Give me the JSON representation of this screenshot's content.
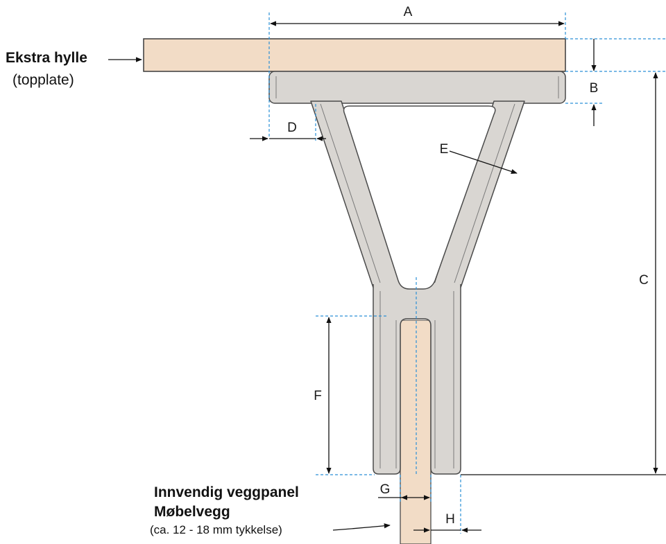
{
  "callouts": {
    "shelf_line1": "Ekstra hylle",
    "shelf_line2": "(topplate)",
    "panel_line1": "Innvendig veggpanel",
    "panel_line2": "Møbelvegg",
    "panel_line3": "(ca. 12 - 18 mm tykkelse)"
  },
  "dimensions": {
    "a": "A",
    "b": "B",
    "c": "C",
    "d": "D",
    "e": "E",
    "f": "F",
    "g": "G",
    "h": "H"
  },
  "colors": {
    "wood": "#f2dcc6",
    "bracket_fill": "#d9d6d2",
    "bracket_stroke": "#4a4a4a",
    "guide_line": "#2a8fd6",
    "dimension_line": "#111111"
  }
}
